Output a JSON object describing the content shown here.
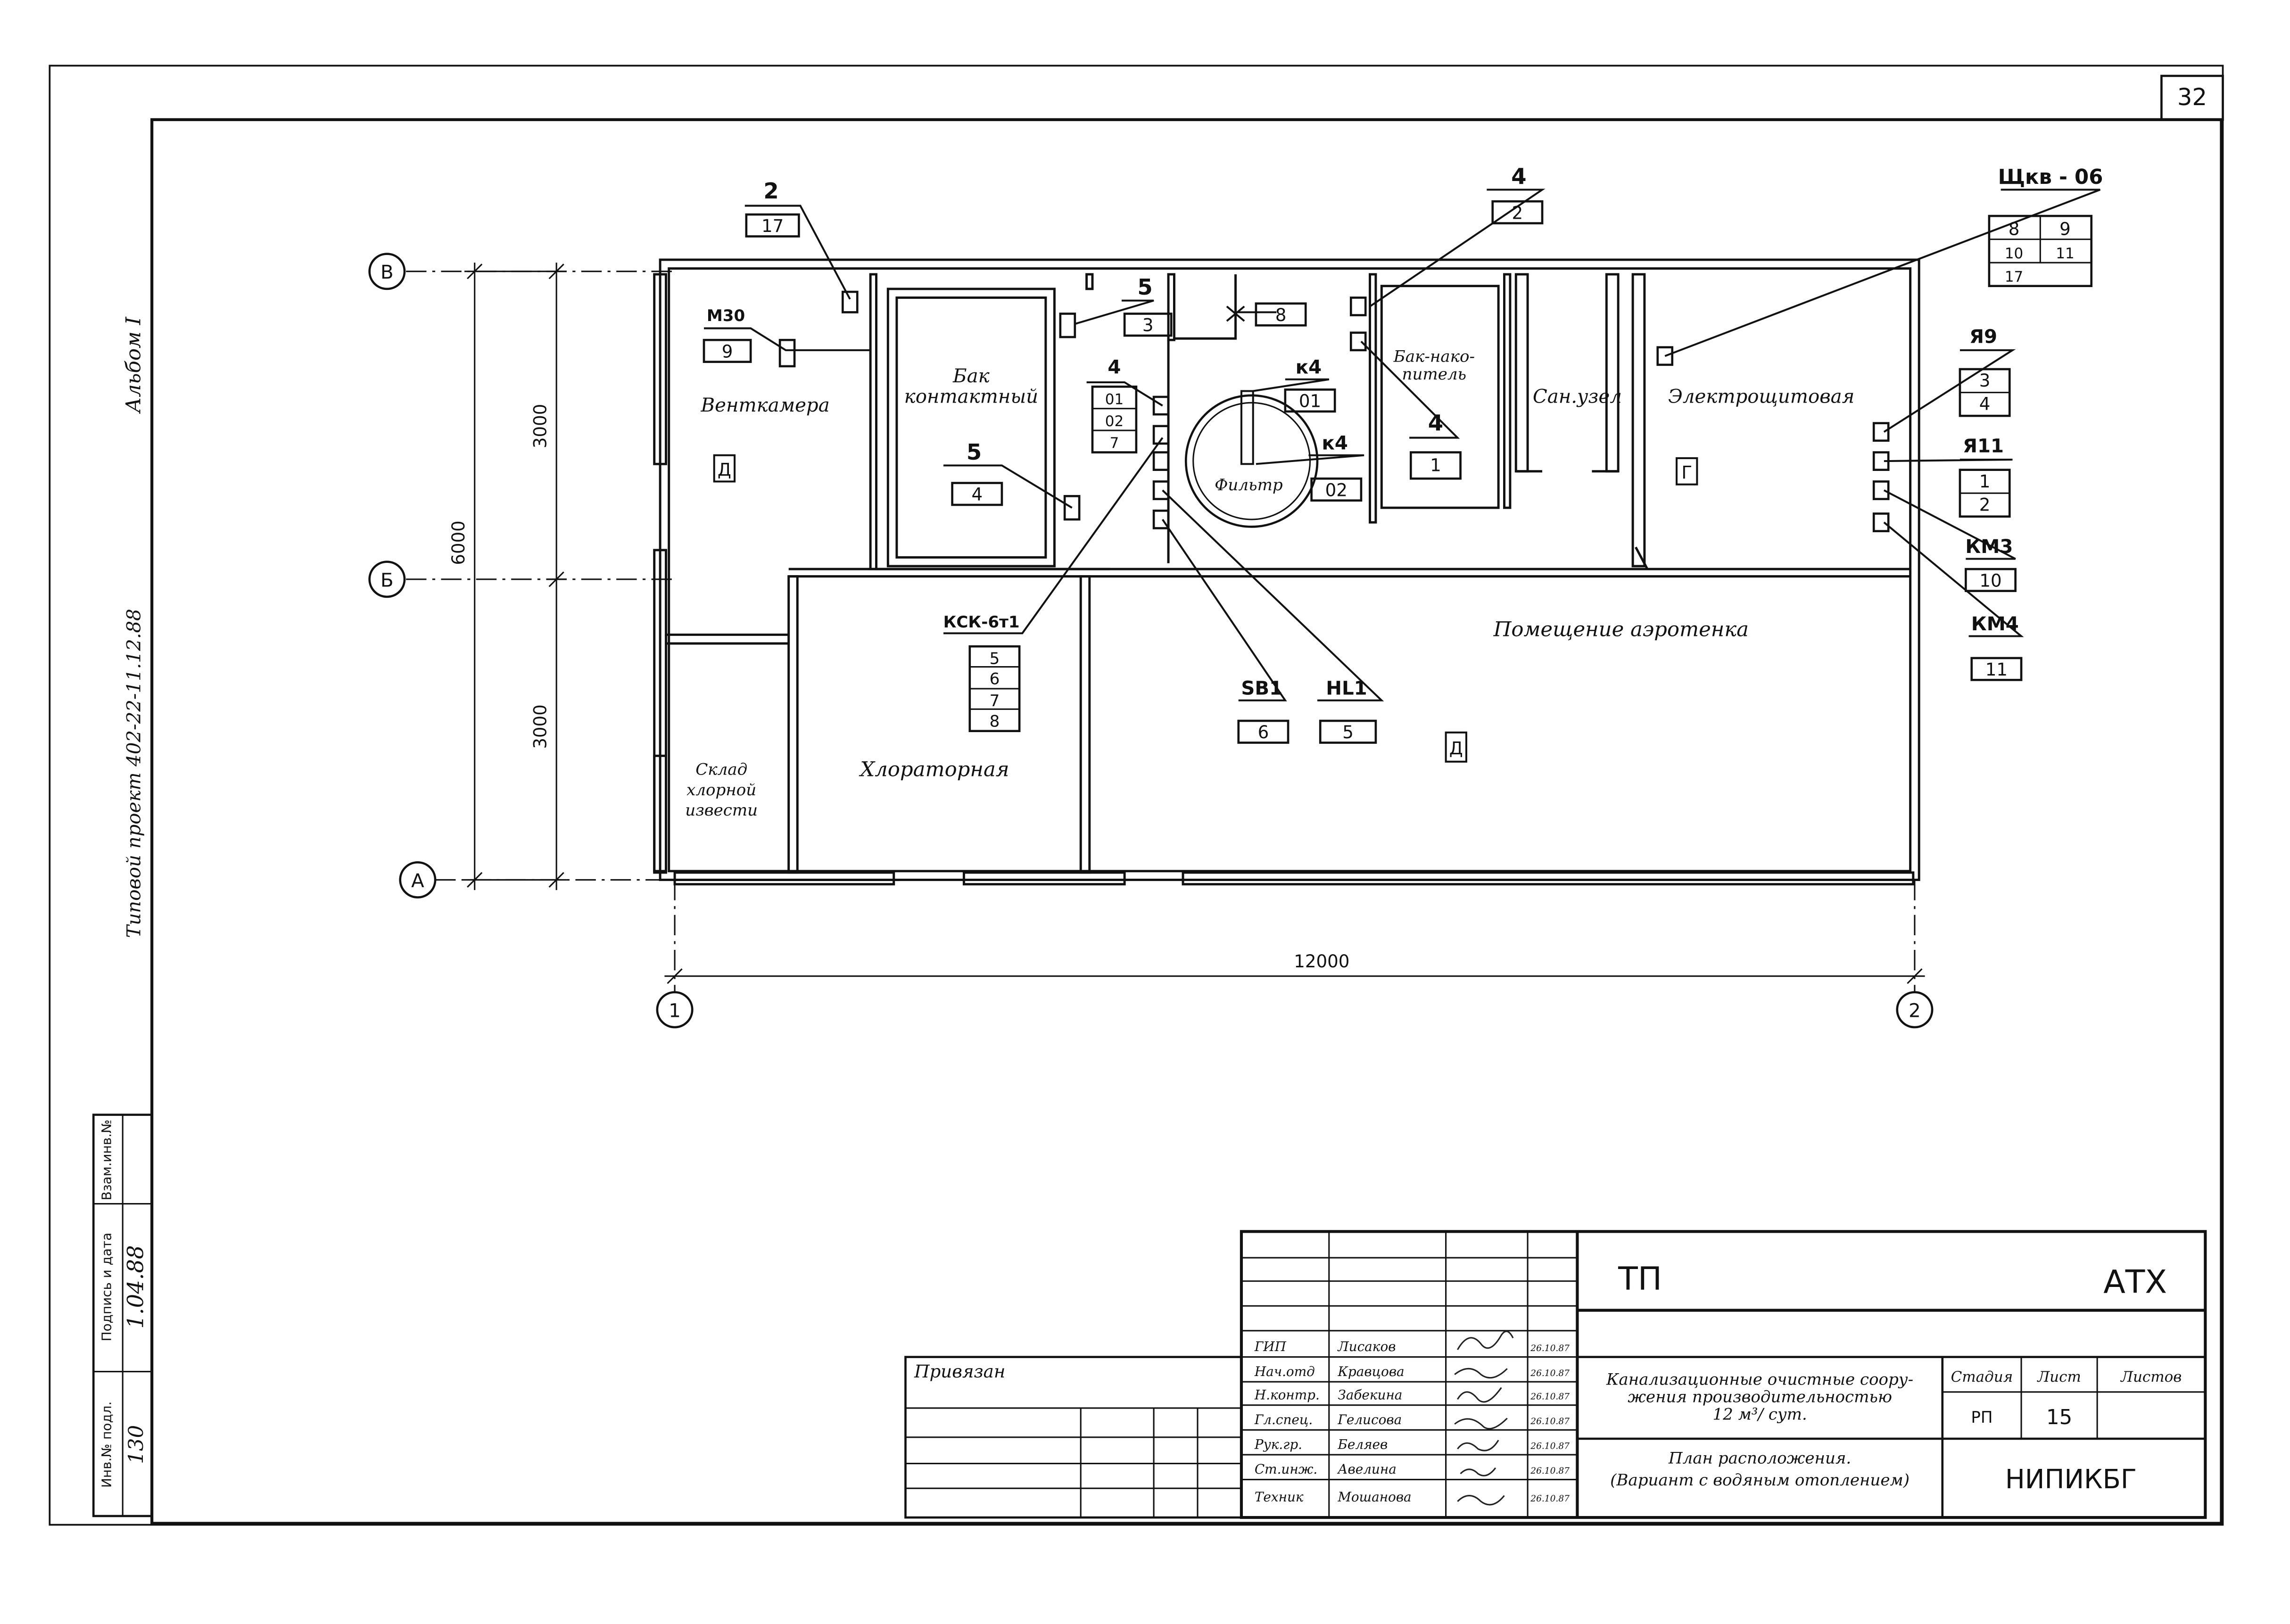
{
  "sheet": {
    "page_number": "32",
    "album": "Альбом I",
    "project_note": "Типовой проект 402-22-11.12.88"
  },
  "axes": {
    "rows": [
      "В",
      "Б",
      "А"
    ],
    "cols": [
      "1",
      "2"
    ],
    "dims": {
      "total_height": "6000",
      "upper": "3000",
      "lower": "3000",
      "width": "12000"
    }
  },
  "rooms": {
    "ventkamera": "Венткамера",
    "bak_kontakt": [
      "Бак",
      "контактный"
    ],
    "bak_nakop": [
      "Бак-нако-",
      "питель"
    ],
    "sanuzel": "Сан.узел",
    "elektroshchit": "Электрощитовая",
    "aerotank": "Помещение аэротенка",
    "chlorator": "Хлораторная",
    "sklad": [
      "Склад",
      "хлорной",
      "извести"
    ],
    "filter": "Фильтр",
    "cat_d": "Д",
    "cat_g": "Г"
  },
  "callouts": {
    "c2": {
      "title": "2",
      "box": "17"
    },
    "m30": {
      "title": "М30",
      "box": "9"
    },
    "c5a": {
      "title": "5",
      "box": "3"
    },
    "c8": {
      "box": "8"
    },
    "c4a": {
      "title": "4",
      "boxes": [
        "01",
        "02",
        "7"
      ]
    },
    "c5b": {
      "title": "5",
      "box": "4"
    },
    "k4a": {
      "title": "к4",
      "box": "01"
    },
    "k4b": {
      "title": "к4",
      "box": "02"
    },
    "c4b": {
      "title": "4",
      "box": "2"
    },
    "c4c": {
      "title": "4",
      "box": "1"
    },
    "shkv": {
      "title": "Щкв - 06",
      "boxes": [
        "8",
        "9",
        "10",
        "11",
        "17"
      ]
    },
    "ya9": {
      "title": "Я9",
      "boxes": [
        "3",
        "4"
      ]
    },
    "ya11": {
      "title": "Я11",
      "boxes": [
        "1",
        "2"
      ]
    },
    "km3": {
      "title": "КМ3",
      "box": "10"
    },
    "km4": {
      "title": "КМ4",
      "box": "11"
    },
    "ksk": {
      "title": "КСК-6т1",
      "boxes": [
        "5",
        "6",
        "7",
        "8"
      ]
    },
    "sb1": {
      "title": "SB1",
      "box": "6"
    },
    "hl1": {
      "title": "HL1",
      "box": "5"
    }
  },
  "stamp": {
    "tp": "ТП",
    "atx": "АТХ",
    "privyazan": "Привязан",
    "rows": [
      {
        "role": "ГИП",
        "name": "Лисаков",
        "date": "26.10.87"
      },
      {
        "role": "Нач.отд",
        "name": "Кравцова",
        "date": "26.10.87"
      },
      {
        "role": "Н.контр.",
        "name": "Забекина",
        "date": "26.10.87"
      },
      {
        "role": "Гл.спец.",
        "name": "Гелисова",
        "date": "26.10.87"
      },
      {
        "role": "Рук.гр.",
        "name": "Беляев",
        "date": "26.10.87"
      },
      {
        "role": "Ст.инж.",
        "name": "Авелина",
        "date": "26.10.87"
      },
      {
        "role": "Техник",
        "name": "Мошанова",
        "date": "26.10.87"
      }
    ],
    "object_line1": "Канализационные очистные соору-",
    "object_line2": "жения производительностью",
    "object_line3": "12 м³/ сут.",
    "sheet_title1": "План расположения.",
    "sheet_title2": "(Вариант с водяным отоплением)",
    "stadia_label": "Стадия",
    "list_label": "Лист",
    "listov_label": "Листов",
    "stadia": "РП",
    "list": "15",
    "org": "НИПИКБГ",
    "inv_label": "Инв.№ подл.",
    "inv_value": "130",
    "sign_label": "Подпись и дата",
    "sign_value": "1.04.88",
    "vzam_label": "Взам.инв.№"
  }
}
